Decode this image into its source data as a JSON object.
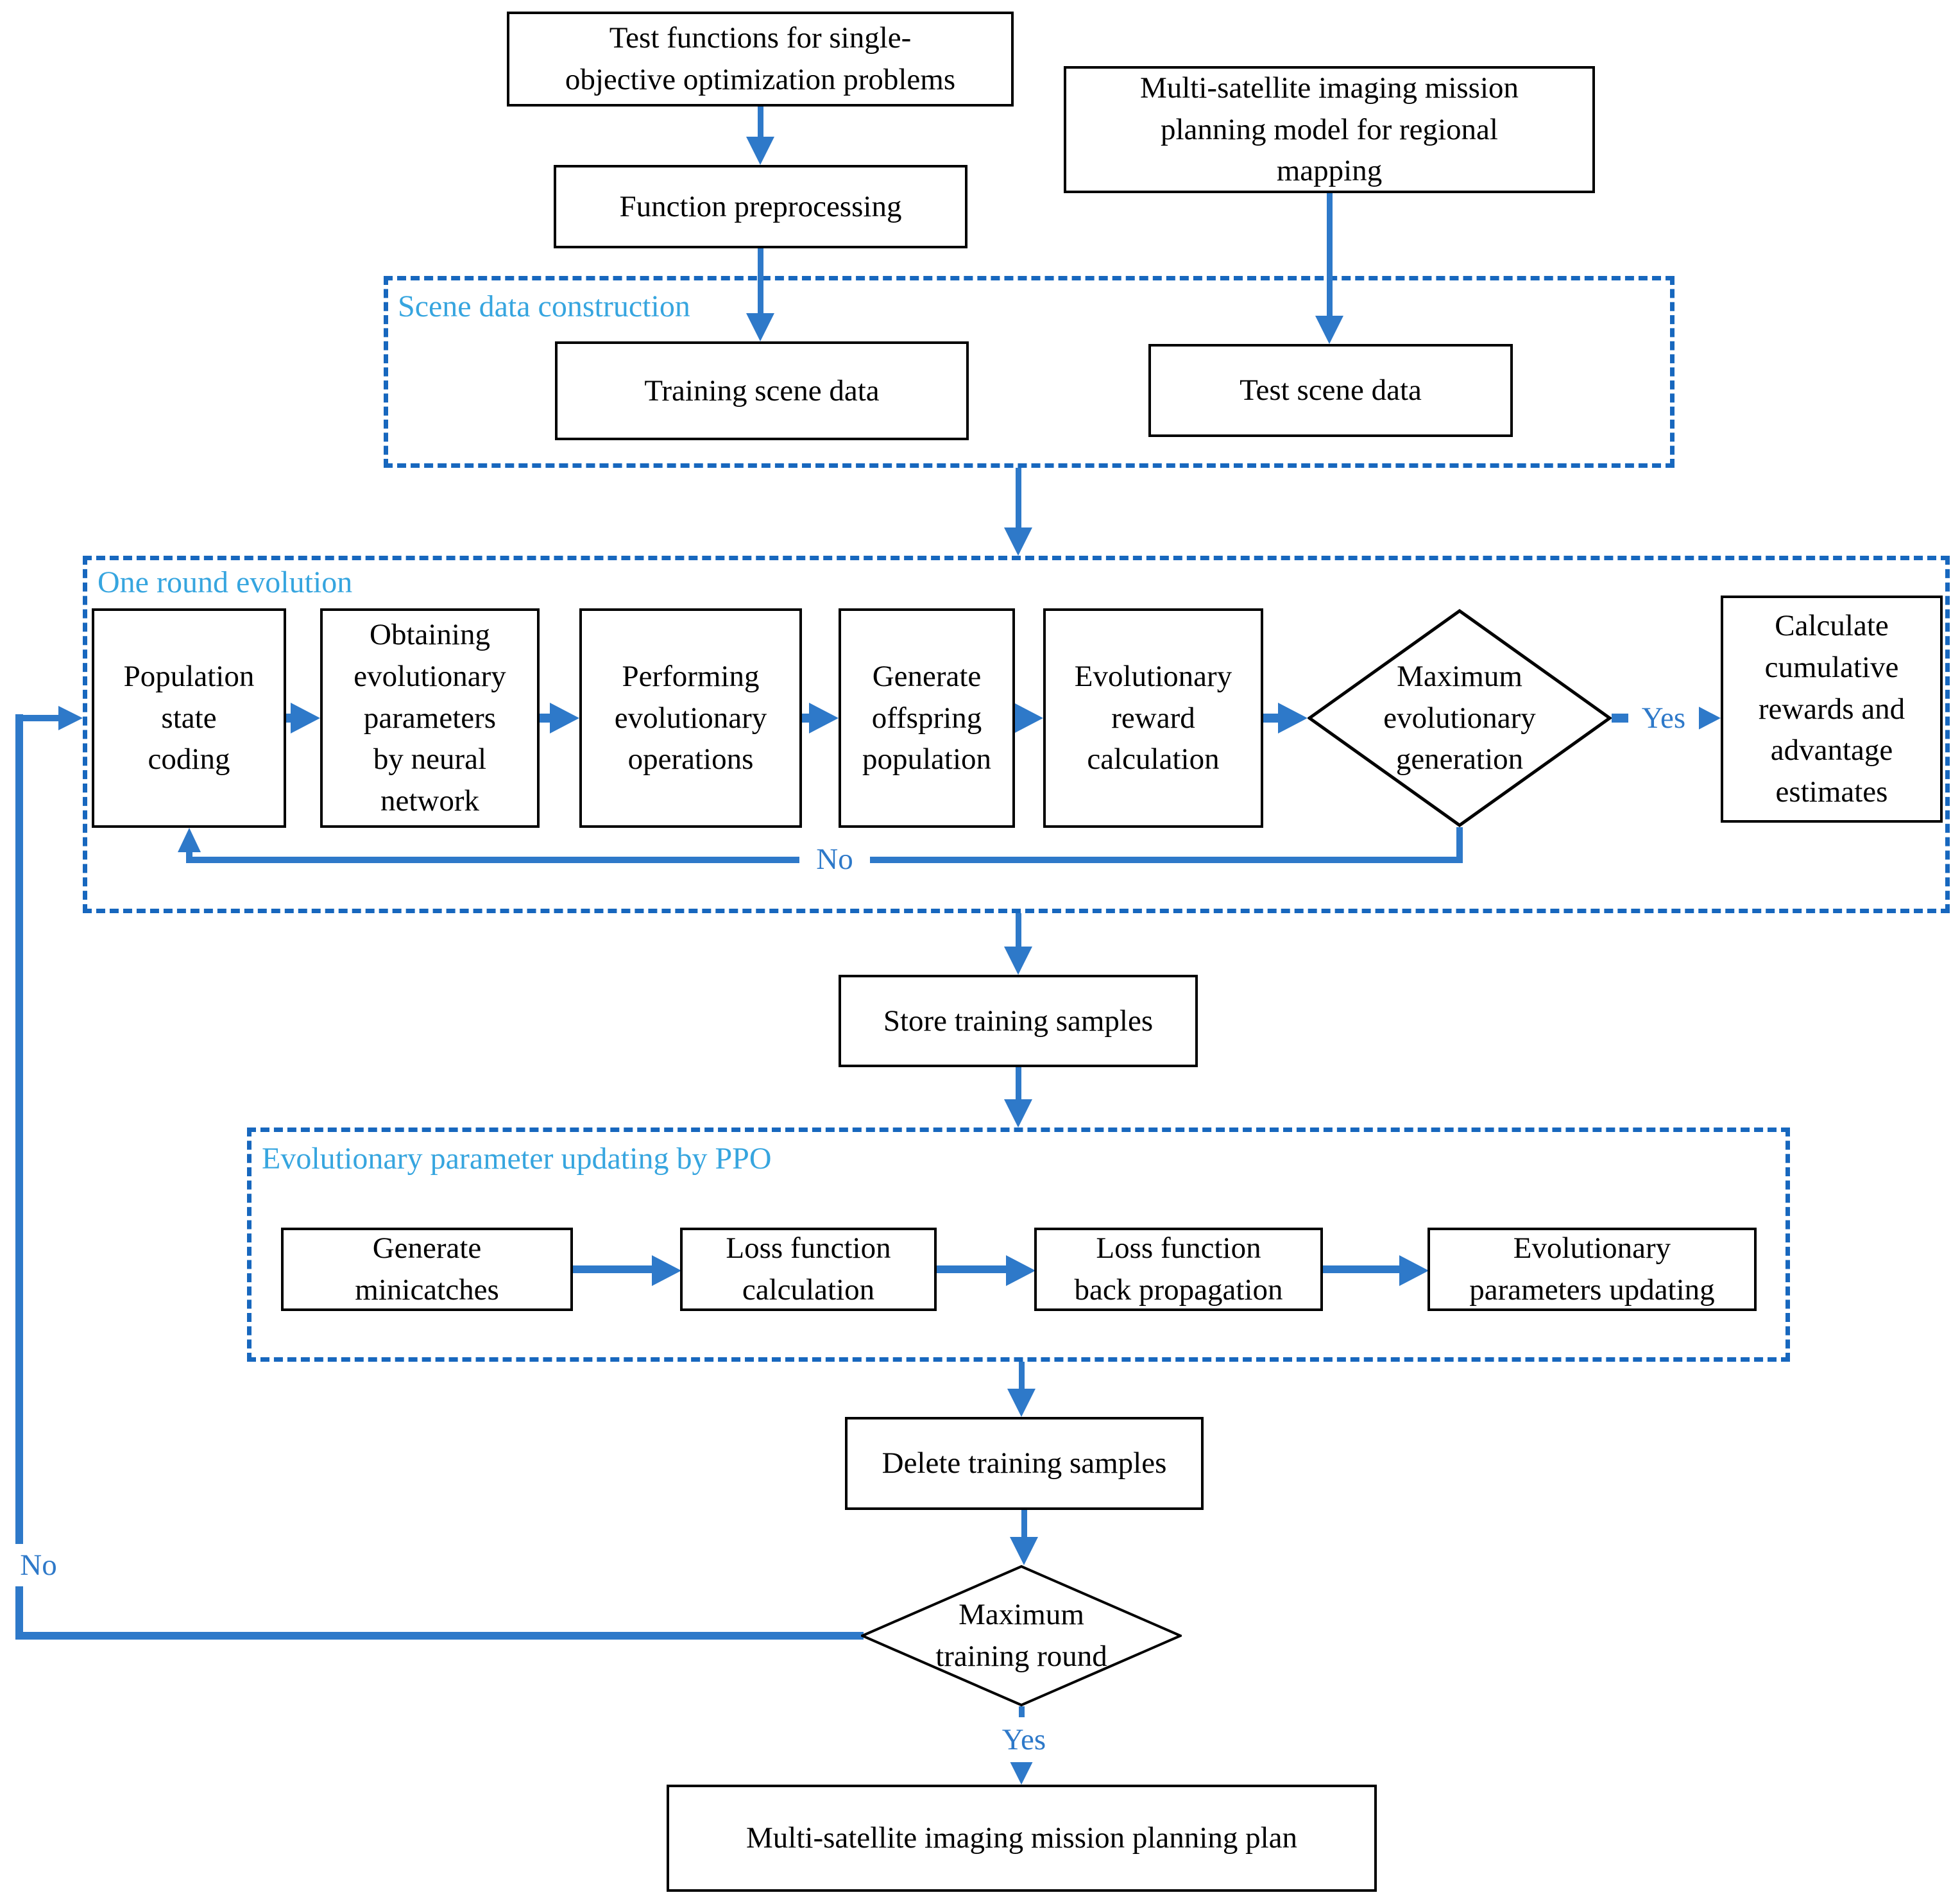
{
  "groups": {
    "scene": "Scene data construction",
    "evolution": "One round evolution",
    "ppo": "Evolutionary parameter updating by PPO"
  },
  "nodes": {
    "test_functions": "Test functions for single-\nobjective optimization problems",
    "msat_model": "Multi-satellite imaging mission\nplanning model for regional\nmapping",
    "function_preprocessing": "Function preprocessing",
    "training_scene": "Training scene data",
    "test_scene": "Test scene data",
    "population_state": "Population\nstate\ncoding",
    "obtaining_params": "Obtaining\nevolutionary\nparameters\nby neural\nnetwork",
    "performing_ops": "Performing\nevolutionary\noperations",
    "generate_offspring": "Generate\noffspring\npopulation",
    "evo_reward": "Evolutionary\nreward\ncalculation",
    "max_evo_generation": "Maximum\nevolutionary\ngeneration",
    "calc_cumulative": "Calculate\ncumulative\nrewards and\nadvantage\nestimates",
    "store_samples": "Store training samples",
    "generate_minibatches": "Generate\nminicatches",
    "loss_calculation": "Loss function\ncalculation",
    "loss_backprop": "Loss function\nback propagation",
    "evo_params_updating": "Evolutionary\nparameters updating",
    "delete_samples": "Delete training samples",
    "max_training_round": "Maximum\ntraining round",
    "final_plan": "Multi-satellite imaging mission planning plan"
  },
  "edge_labels": {
    "yes_evolution": "Yes",
    "no_evolution": "No",
    "yes_training": "Yes",
    "no_training": "No"
  },
  "colors": {
    "arrow_blue": "#2E79C9",
    "dash_blue": "#1767BE",
    "group_label_blue": "#36A5DF",
    "box_border": "#000000"
  }
}
